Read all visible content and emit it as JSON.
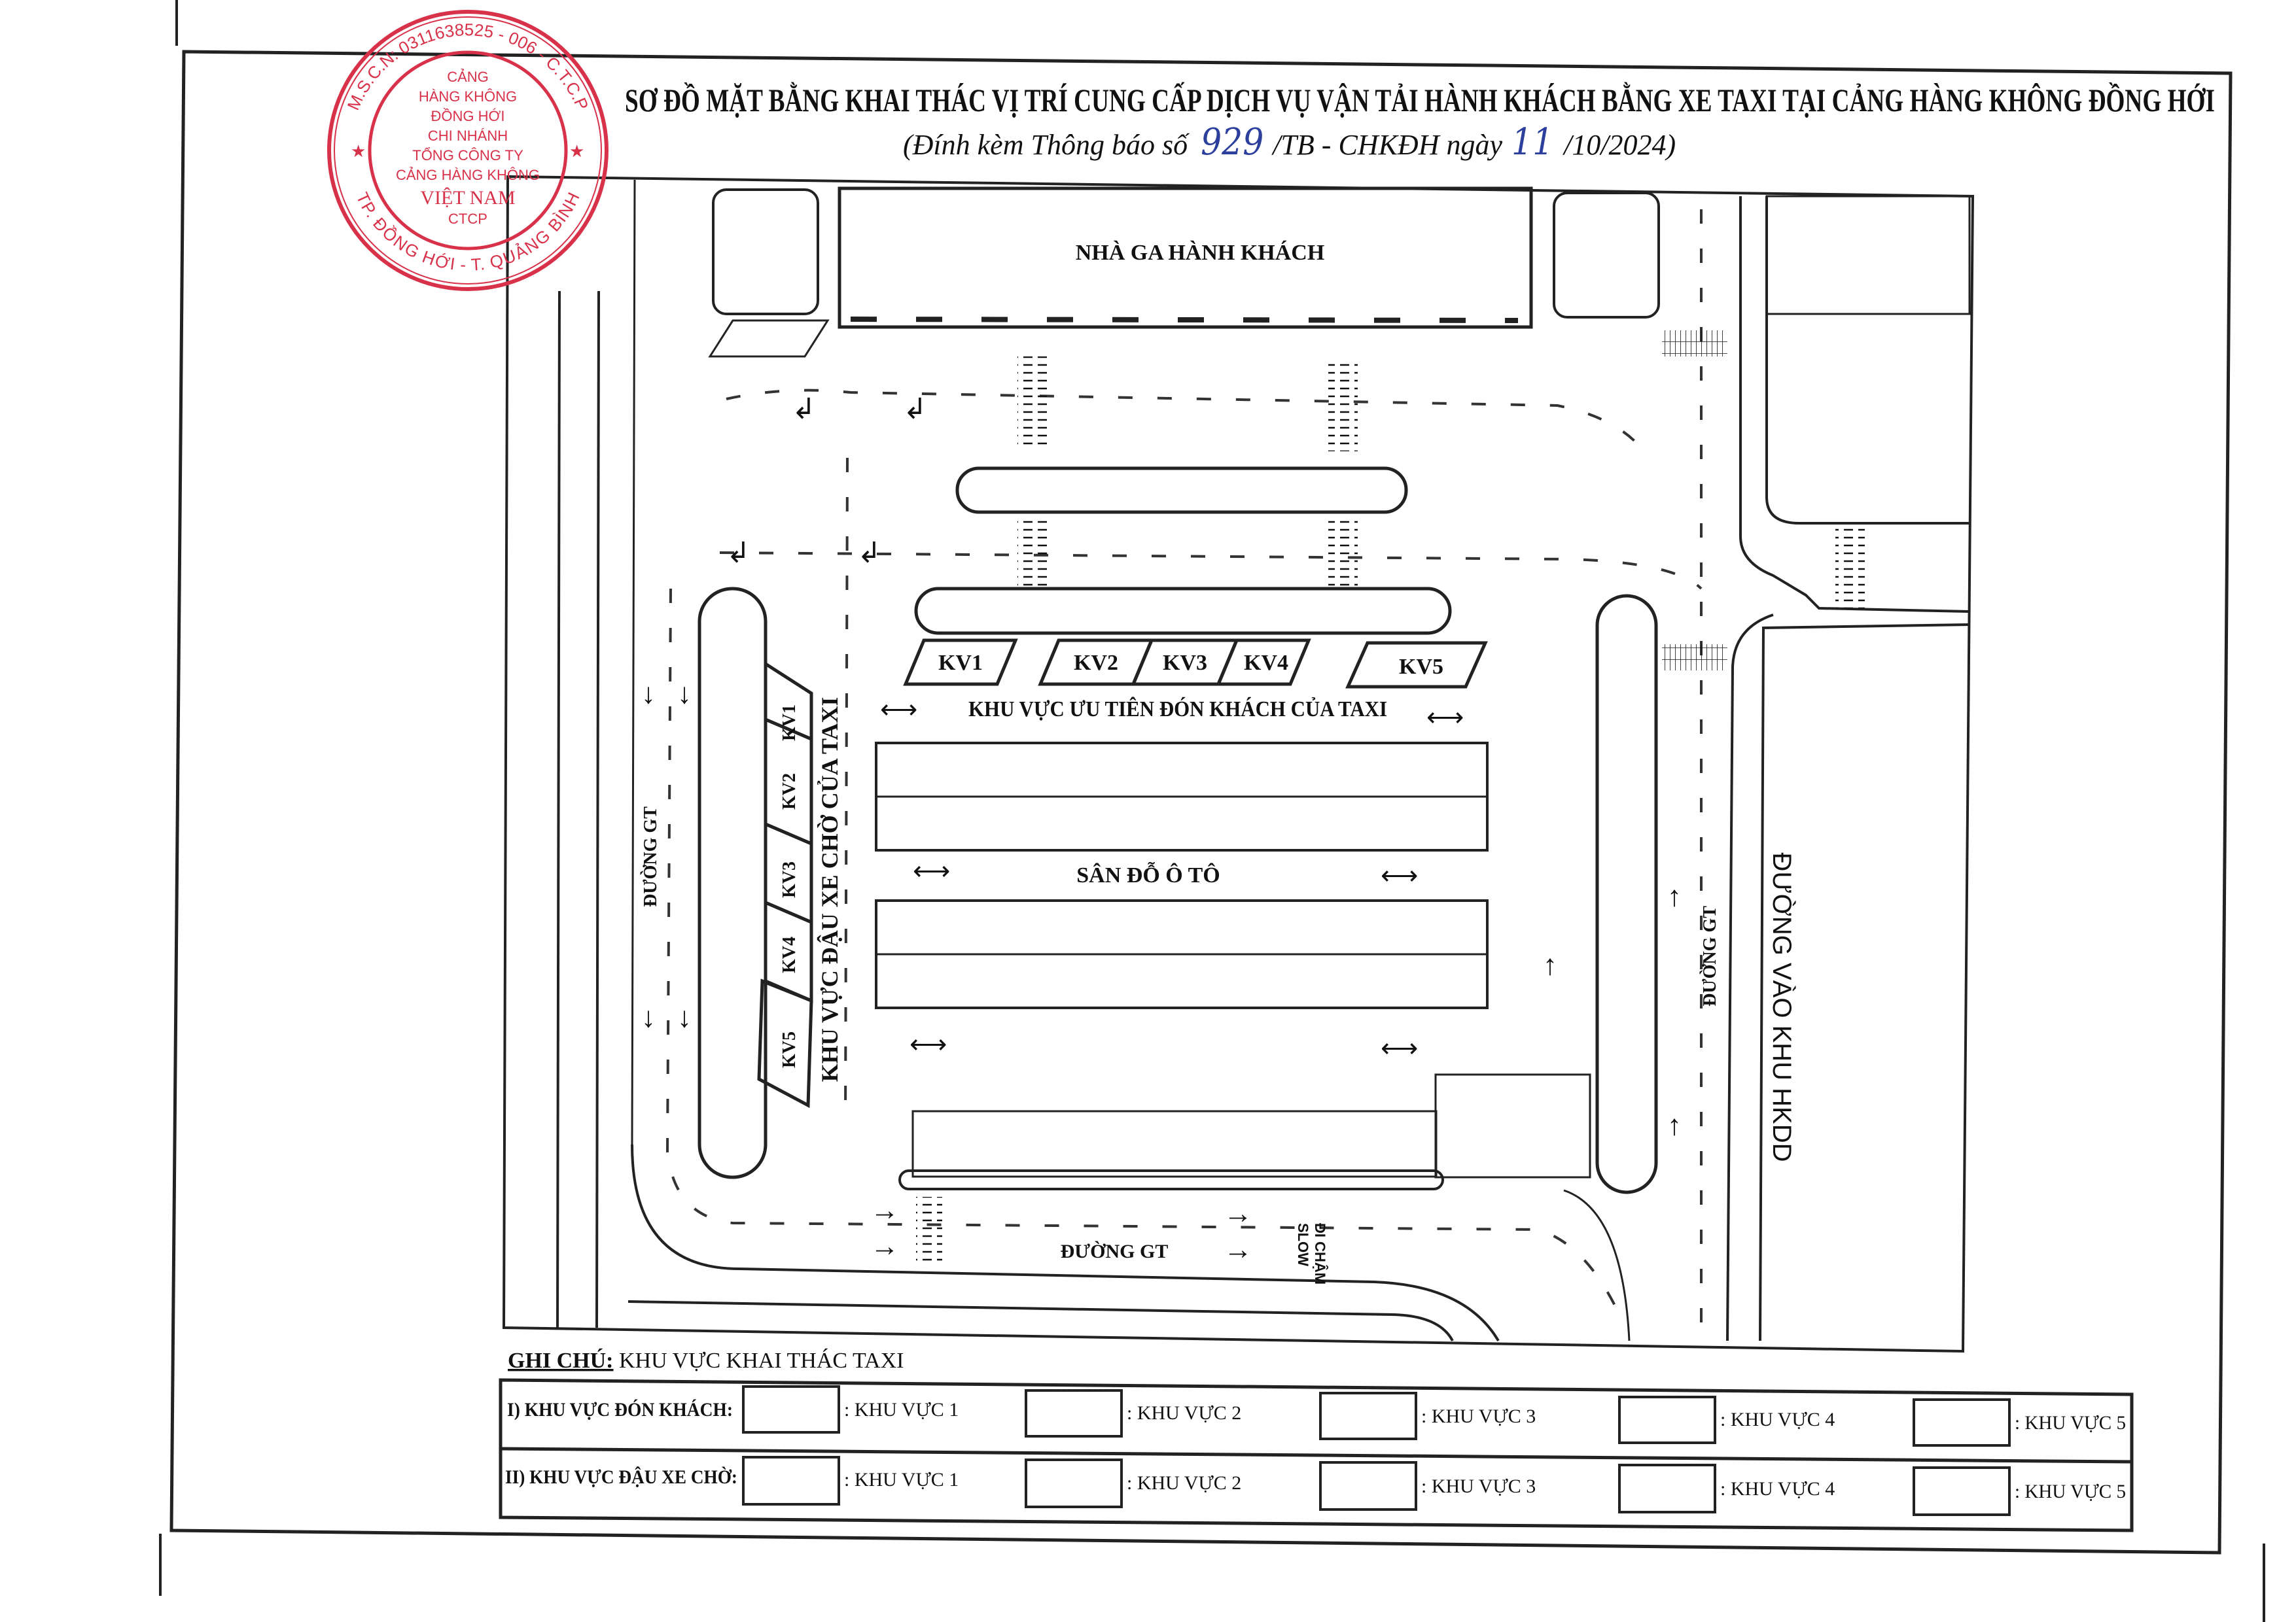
{
  "document": {
    "title": "SƠ ĐỒ MẶT BẰNG KHAI THÁC VỊ TRÍ CUNG CẤP DỊCH VỤ VẬN TẢI HÀNH KHÁCH BẰNG XE TAXI  TẠI CẢNG HÀNG KHÔNG ĐỒNG HỚI",
    "subtitle": {
      "prefix": "(Đính kèm Thông báo số",
      "number": "929",
      "middle": "/TB - CHKĐH ngày",
      "day": "11",
      "suffix": "/10/2024)"
    }
  },
  "stamp": {
    "ring_text": "M.S.C.N: 0311638525 - 006 - C.T.C.P",
    "bottom_text": "TP. ĐỒNG HỚI - T. QUẢNG BÌNH",
    "lines": [
      "CẢNG",
      "HÀNG KHÔNG",
      "ĐỒNG HỚI",
      "CHI NHÁNH",
      "TỔNG CÔNG TY",
      "CẢNG HÀNG KHÔNG",
      "VIỆT NAM",
      "CTCP"
    ],
    "color": "#d8324a"
  },
  "plan": {
    "terminal": "NHÀ GA HÀNH KHÁCH",
    "pickup_area": "KHU VỰC ƯU TIÊN ĐÓN KHÁCH CỦA TAXI",
    "waiting_area": "KHU VỰC ĐẬU XE CHỜ CỦA TAXI",
    "car_park": "SÂN ĐỖ Ô TÔ",
    "road_left": "ĐƯỜNG GT",
    "road_right": "ĐƯỜNG GT",
    "road_bottom": "ĐƯỜNG GT",
    "access_road": "ĐƯỜNG VÀO KHU HKDD",
    "slow_sign": [
      "ĐI CHẬM",
      "SLOW"
    ],
    "pickup_zones": [
      "KV1",
      "KV2",
      "KV3",
      "KV4",
      "KV5"
    ],
    "waiting_zones": [
      "KV1",
      "KV2",
      "KV3",
      "KV4",
      "KV5"
    ]
  },
  "legend": {
    "heading_prefix": "GHI CHÚ:",
    "heading": " KHU VỰC KHAI THÁC TAXI",
    "rows": [
      {
        "label": "I) KHU VỰC ĐÓN KHÁCH:",
        "items": [
          ": KHU VỰC 1",
          ": KHU VỰC 2",
          ": KHU VỰC 3",
          ": KHU VỰC 4",
          ": KHU VỰC 5"
        ]
      },
      {
        "label": "II) KHU VỰC ĐẬU XE CHỜ:",
        "items": [
          ": KHU VỰC 1",
          ": KHU VỰC 2",
          ": KHU VỰC 3",
          ": KHU VỰC 4",
          ": KHU VỰC 5"
        ]
      }
    ]
  }
}
